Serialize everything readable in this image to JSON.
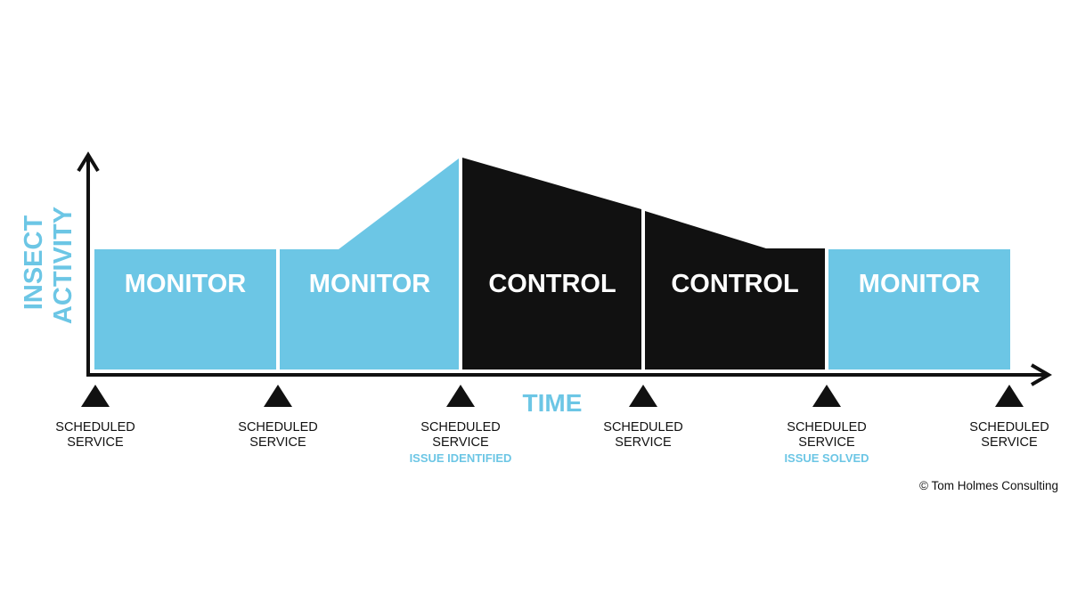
{
  "colors": {
    "monitor": "#6cc6e5",
    "control": "#111111",
    "axis": "#111111",
    "accent_text": "#6cc6e5"
  },
  "axes": {
    "y_label_line1": "INSECT",
    "y_label_line2": "ACTIVITY",
    "x_label": "TIME"
  },
  "phases": [
    {
      "label": "MONITOR",
      "kind": "monitor",
      "activity": "baseline"
    },
    {
      "label": "MONITOR",
      "kind": "monitor",
      "activity": "rising"
    },
    {
      "label": "CONTROL",
      "kind": "control",
      "activity": "falling"
    },
    {
      "label": "CONTROL",
      "kind": "control",
      "activity": "falling"
    },
    {
      "label": "MONITOR",
      "kind": "monitor",
      "activity": "baseline"
    }
  ],
  "services": [
    {
      "line1": "SCHEDULED",
      "line2": "SERVICE",
      "note": ""
    },
    {
      "line1": "SCHEDULED",
      "line2": "SERVICE",
      "note": ""
    },
    {
      "line1": "SCHEDULED",
      "line2": "SERVICE",
      "note": "ISSUE IDENTIFIED"
    },
    {
      "line1": "SCHEDULED",
      "line2": "SERVICE",
      "note": ""
    },
    {
      "line1": "SCHEDULED",
      "line2": "SERVICE",
      "note": "ISSUE SOLVED"
    },
    {
      "line1": "SCHEDULED",
      "line2": "SERVICE",
      "note": ""
    }
  ],
  "copyright": "© Tom Holmes Consulting"
}
